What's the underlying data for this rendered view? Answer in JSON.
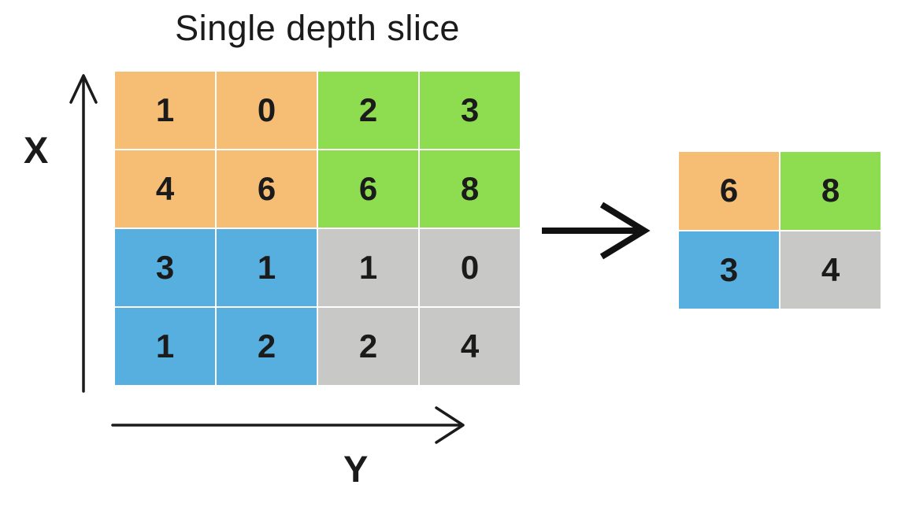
{
  "title": "Single depth slice",
  "axes": {
    "x_label": "X",
    "y_label": "Y"
  },
  "colors": {
    "orange": "#F6BE75",
    "green": "#8EDC50",
    "blue": "#57AFDF",
    "gray": "#C8C8C6",
    "ink": "#1B1B1B",
    "background": "#FFFFFF",
    "gridline": "#FFFFFF"
  },
  "input_grid": {
    "rows": 4,
    "cols": 4,
    "cells": [
      {
        "value": "1",
        "color": "orange"
      },
      {
        "value": "0",
        "color": "orange"
      },
      {
        "value": "2",
        "color": "green"
      },
      {
        "value": "3",
        "color": "green"
      },
      {
        "value": "4",
        "color": "orange"
      },
      {
        "value": "6",
        "color": "orange"
      },
      {
        "value": "6",
        "color": "green"
      },
      {
        "value": "8",
        "color": "green"
      },
      {
        "value": "3",
        "color": "blue"
      },
      {
        "value": "1",
        "color": "blue"
      },
      {
        "value": "1",
        "color": "gray"
      },
      {
        "value": "0",
        "color": "gray"
      },
      {
        "value": "1",
        "color": "blue"
      },
      {
        "value": "2",
        "color": "blue"
      },
      {
        "value": "2",
        "color": "gray"
      },
      {
        "value": "4",
        "color": "gray"
      }
    ]
  },
  "output_grid": {
    "rows": 2,
    "cols": 2,
    "cells": [
      {
        "value": "6",
        "color": "orange"
      },
      {
        "value": "8",
        "color": "green"
      },
      {
        "value": "3",
        "color": "blue"
      },
      {
        "value": "4",
        "color": "gray"
      }
    ]
  }
}
